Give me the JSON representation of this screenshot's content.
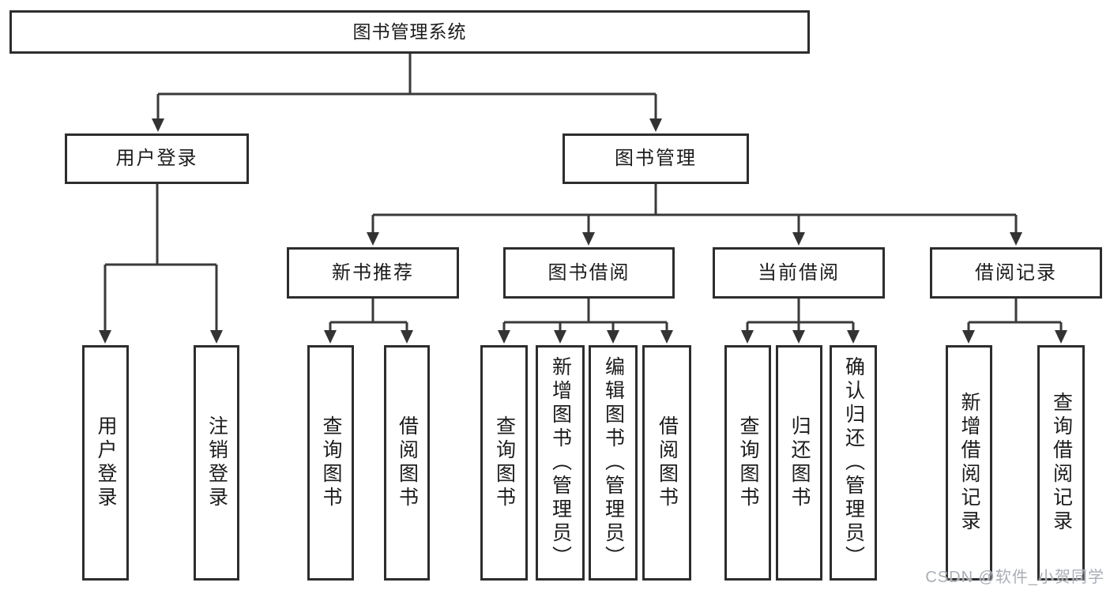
{
  "diagram": {
    "type": "function-structure-tree"
  },
  "colors": {
    "background": "#ffffff",
    "box_border": "#2d2d2d",
    "line": "#3a3a3a",
    "arrow": "#333333",
    "text": "#1c1c1c",
    "watermark": "#a9aeb6"
  },
  "tree": {
    "root": {
      "label": "图书管理系统"
    },
    "branches": [
      {
        "label": "用户登录",
        "children": [
          {
            "label": "用户登录"
          },
          {
            "label": "注销登录"
          }
        ]
      },
      {
        "label": "图书管理",
        "children": [
          {
            "label": "新书推荐",
            "children": [
              {
                "label": "查询图书"
              },
              {
                "label": "借阅图书"
              }
            ]
          },
          {
            "label": "图书借阅",
            "children": [
              {
                "label": "查询图书"
              },
              {
                "label": "新增图书（管理员）"
              },
              {
                "label": "编辑图书（管理员）"
              },
              {
                "label": "借阅图书"
              }
            ]
          },
          {
            "label": "当前借阅",
            "children": [
              {
                "label": "查询图书"
              },
              {
                "label": "归还图书"
              },
              {
                "label": "确认归还（管理员）"
              }
            ]
          },
          {
            "label": "借阅记录",
            "children": [
              {
                "label": "新增借阅记录"
              },
              {
                "label": "查询借阅记录"
              }
            ]
          }
        ]
      }
    ]
  },
  "watermark": {
    "text": "CSDN @软件_小贺同学"
  }
}
